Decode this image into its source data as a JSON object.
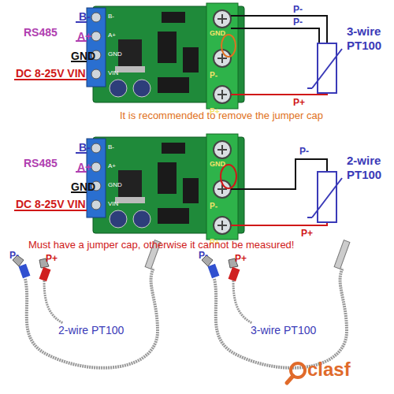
{
  "diagram": {
    "labels": [
      "B-",
      "RS485",
      "A+",
      "GND",
      "DC 8-25V VIN",
      "B-",
      "A+",
      "GND",
      "VIN",
      "GND",
      "P-",
      "P+",
      "P-",
      "P-",
      "P+",
      "3-wire",
      "PT100",
      "It is recommended to remove the jumper cap",
      "B-",
      "RS485",
      "A+",
      "GND",
      "DC 8-25V VIN",
      "B-",
      "A+",
      "GND",
      "VIN",
      "GND",
      "P-",
      "P+",
      "P-",
      "P+",
      "2-wire",
      "PT100",
      "Must have a jumper cap, otherwise it cannot be measured!",
      "P-",
      "P+",
      "2-wire PT100",
      "P-",
      "P+",
      "3-wire PT100",
      "clasf"
    ]
  }
}
